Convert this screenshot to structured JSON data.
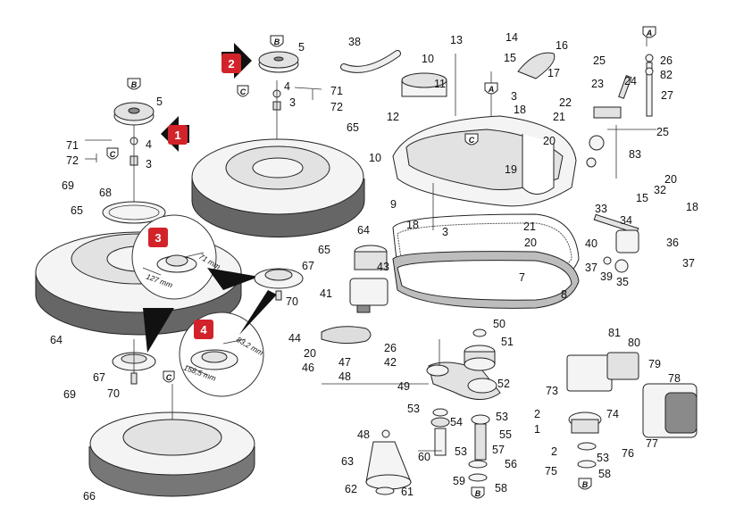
{
  "part_numbers": {
    "p1": "1",
    "p2": "2",
    "p3": "3",
    "p4": "4",
    "p5": "5",
    "p7": "7",
    "p8": "8",
    "p9": "9",
    "p10": "10",
    "p11": "11",
    "p12": "12",
    "p13": "13",
    "p14": "14",
    "p15": "15",
    "p16": "16",
    "p17": "17",
    "p18": "18",
    "p19": "19",
    "p20": "20",
    "p21": "21",
    "p22": "22",
    "p23": "23",
    "p24": "24",
    "p25": "25",
    "p26": "26",
    "p27": "27",
    "p32": "32",
    "p33": "33",
    "p34": "34",
    "p35": "35",
    "p36": "36",
    "p37": "37",
    "p38": "38",
    "p39": "39",
    "p40": "40",
    "p41": "41",
    "p42": "42",
    "p43": "43",
    "p44": "44",
    "p46": "46",
    "p47": "47",
    "p48": "48",
    "p49": "49",
    "p50": "50",
    "p51": "51",
    "p52": "52",
    "p53": "53",
    "p54": "54",
    "p55": "55",
    "p56": "56",
    "p57": "57",
    "p58": "58",
    "p59": "59",
    "p60": "60",
    "p61": "61",
    "p62": "62",
    "p63": "63",
    "p64": "64",
    "p65": "65",
    "p66": "66",
    "p67": "67",
    "p68": "68",
    "p69": "69",
    "p70": "70",
    "p71": "71",
    "p72": "72",
    "p73": "73",
    "p74": "74",
    "p75": "75",
    "p76": "76",
    "p77": "77",
    "p78": "78",
    "p79": "79",
    "p80": "80",
    "p81": "81",
    "p82": "82",
    "p83": "83"
  },
  "ref_letters": {
    "a": "A",
    "b": "B",
    "c": "C"
  },
  "callouts": {
    "c1": "1",
    "c2": "2",
    "c3": "3",
    "c4": "4"
  },
  "dimensions": {
    "d71": "71 mm",
    "d127": "127 mm",
    "d83": "83,2 mm",
    "d158": "158,5 mm"
  },
  "colors": {
    "callout_red": "#d2232a",
    "line": "#333333",
    "brush": "#555555"
  }
}
